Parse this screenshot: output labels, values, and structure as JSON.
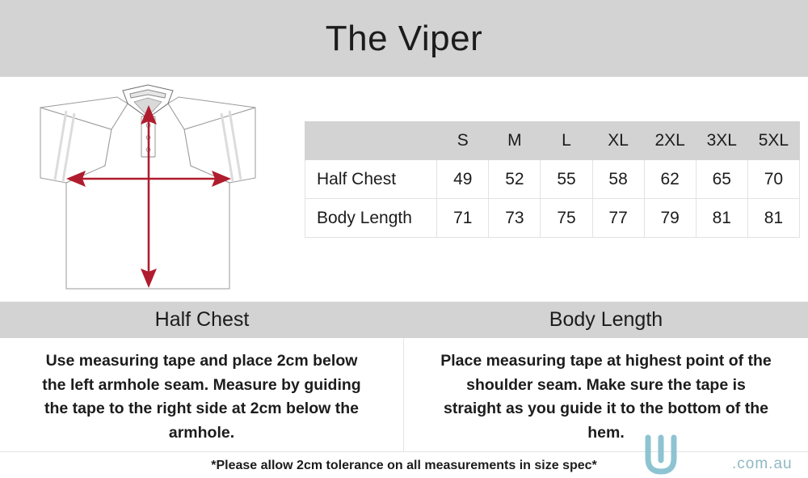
{
  "header": {
    "title": "The Viper",
    "band_color": "#d3d3d3"
  },
  "diagram": {
    "name": "polo-shirt-measurement-diagram",
    "arrow_color": "#b01c2e",
    "outline_color": "#9a9a9a",
    "stripe_color": "#dcdcdc",
    "arrows": [
      {
        "label": "half-chest-arrow",
        "orientation": "horizontal"
      },
      {
        "label": "body-length-arrow",
        "orientation": "vertical"
      }
    ]
  },
  "size_table": {
    "row_label_header": "",
    "sizes": [
      "S",
      "M",
      "L",
      "XL",
      "2XL",
      "3XL",
      "5XL"
    ],
    "rows": [
      {
        "label": "Half Chest",
        "values": [
          "49",
          "52",
          "55",
          "58",
          "62",
          "65",
          "70"
        ]
      },
      {
        "label": "Body Length",
        "values": [
          "71",
          "73",
          "75",
          "77",
          "79",
          "81",
          "81"
        ]
      }
    ],
    "header_bg": "#d3d3d3",
    "border_color": "#e2e2e2"
  },
  "descriptions": [
    {
      "heading": "Half Chest",
      "text": "Use measuring tape and place 2cm below the left armhole seam. Measure by guiding the tape to the right side at 2cm below the armhole."
    },
    {
      "heading": "Body Length",
      "text": "Place measuring tape at highest point of the shoulder seam. Make sure the tape is straight as you guide it to the bottom of the hem."
    }
  ],
  "footer": {
    "note": "*Please allow 2cm tolerance on all measurements in size spec*"
  },
  "watermark": {
    "domain_text": ".com.au",
    "logo_color": "#8ec3d2",
    "text_color": "#8fb8c4"
  }
}
